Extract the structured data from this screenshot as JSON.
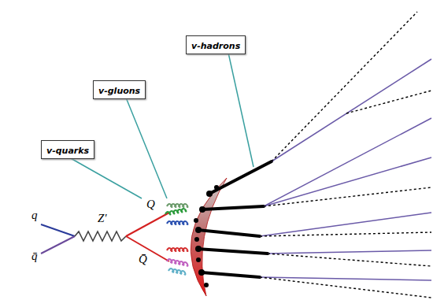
{
  "diagram": {
    "nodes": [
      {
        "text": [
          "v-quarks"
        ]
      },
      {
        "text": [
          "v-gluons"
        ]
      },
      {
        "text": [
          "v-hadrons"
        ]
      }
    ],
    "labels": [
      "q",
      "q̄",
      "Z'",
      "Q",
      "Q̄"
    ]
  }
}
